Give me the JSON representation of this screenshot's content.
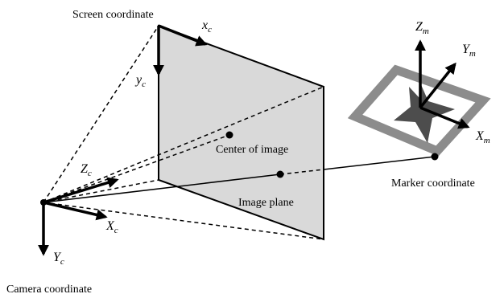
{
  "labels": {
    "screen_coordinate": "Screen coordinate",
    "center_of_image": "Center of image",
    "image_plane": "Image plane",
    "marker_coordinate": "Marker coordinate",
    "camera_coordinate": "Camera coordinate"
  },
  "axes": {
    "screen_x": {
      "var": "x",
      "sub": "c"
    },
    "screen_y": {
      "var": "y",
      "sub": "c"
    },
    "camera_z": {
      "var": "Z",
      "sub": "c"
    },
    "camera_x": {
      "var": "X",
      "sub": "c"
    },
    "camera_y": {
      "var": "Y",
      "sub": "c"
    },
    "marker_z": {
      "var": "Z",
      "sub": "m"
    },
    "marker_y": {
      "var": "Y",
      "sub": "m"
    },
    "marker_x": {
      "var": "X",
      "sub": "m"
    }
  },
  "colors": {
    "image_plane_fill": "#d9d9d9",
    "marker_frame": "#8c8c8c",
    "marker_star": "#4d4d4d",
    "line": "#000000"
  }
}
